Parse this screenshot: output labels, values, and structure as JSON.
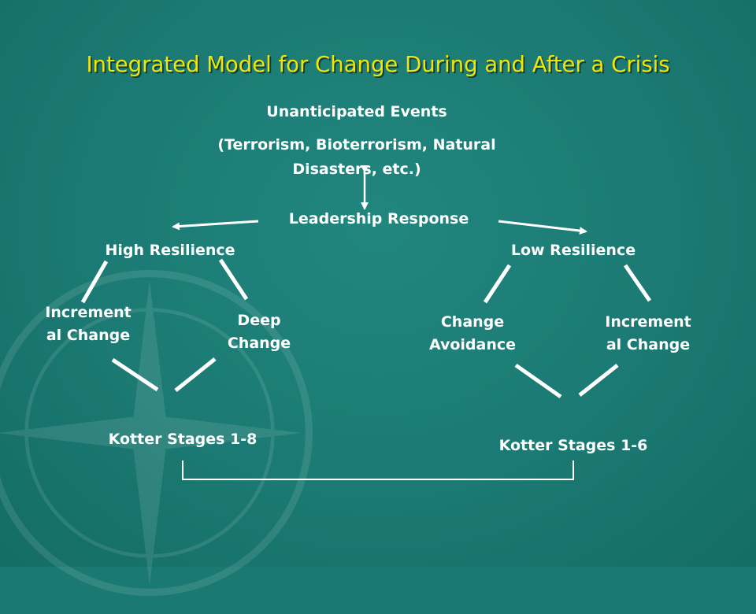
{
  "title": "Integrated Model for Change During and After a Crisis",
  "nodes": {
    "unanticipated_events": "Unanticipated Events",
    "events_examples_line1": "(Terrorism, Bioterrorism, Natural",
    "events_examples_line2": "Disasters, etc.)",
    "leadership_response": "Leadership Response",
    "high_resilience": "High Resilience",
    "low_resilience": "Low Resilience",
    "incremental_change_left_line1": "Increment",
    "incremental_change_left_line2": "al Change",
    "deep_change_line1": "Deep",
    "deep_change_line2": "Change",
    "change_avoidance_line1": "Change",
    "change_avoidance_line2": "Avoidance",
    "incremental_change_right_line1": "Increment",
    "incremental_change_right_line2": "al Change",
    "kotter_stages_left": "Kotter Stages 1-8",
    "kotter_stages_right": "Kotter Stages 1-6"
  },
  "colors": {
    "background": "#1a7a73",
    "title": "#f2e600",
    "text": "#ffffff",
    "lines": "#ffffff"
  }
}
